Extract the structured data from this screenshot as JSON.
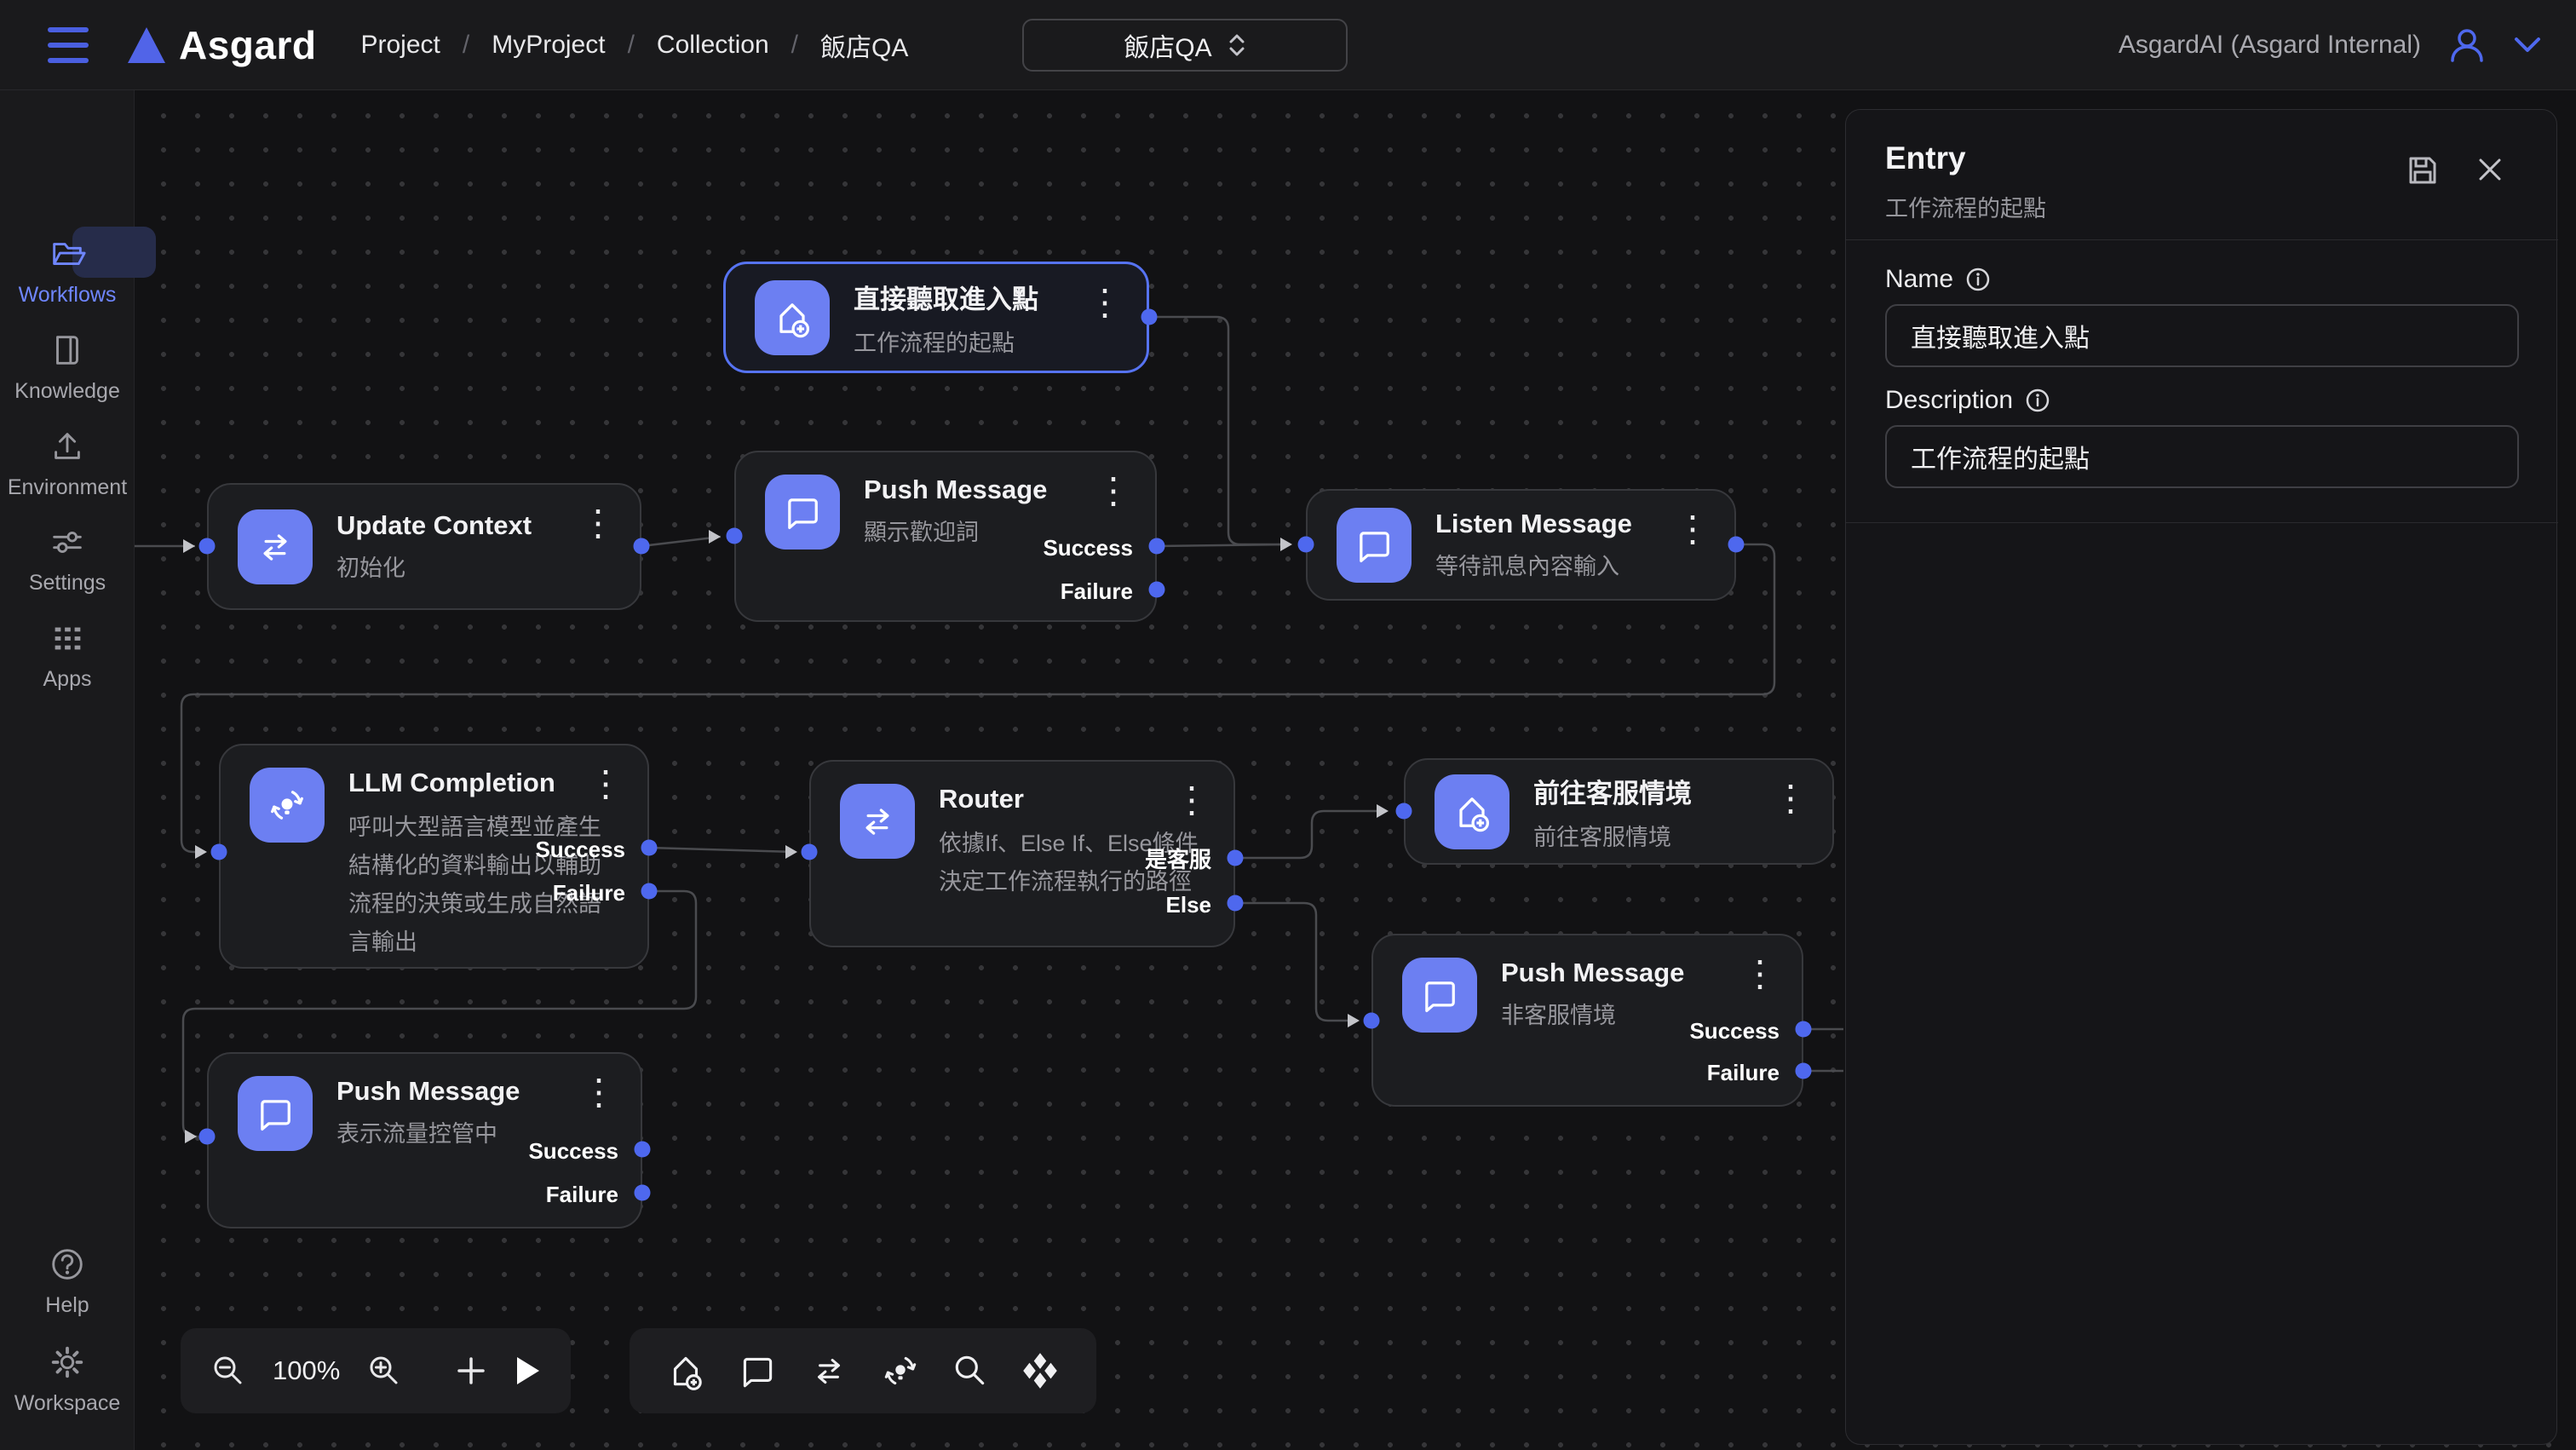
{
  "topbar": {
    "logo": "Asgard",
    "breadcrumb": [
      "Project",
      "MyProject",
      "Collection",
      "飯店QA"
    ],
    "workflow_selector": "飯店QA",
    "account": "AsgardAI (Asgard Internal)"
  },
  "sidebar": {
    "items": [
      {
        "label": "Workflows",
        "icon": "folder-open-icon",
        "active": true
      },
      {
        "label": "Knowledge",
        "icon": "book-icon"
      },
      {
        "label": "Environment",
        "icon": "upload-icon"
      },
      {
        "label": "Settings",
        "icon": "sliders-icon"
      },
      {
        "label": "Apps",
        "icon": "grid-icon"
      }
    ],
    "bottom_items": [
      {
        "label": "Help",
        "icon": "help-circle-icon"
      },
      {
        "label": "Workspace",
        "icon": "gear-icon"
      }
    ]
  },
  "canvas": {
    "nodes": [
      {
        "title": "直接聽取進入點",
        "subtitle": "工作流程的起點",
        "type": "entry",
        "selected": true
      },
      {
        "title": "Update Context",
        "subtitle": "初始化"
      },
      {
        "title": "Push Message",
        "subtitle": "顯示歡迎詞",
        "outputs": [
          "Success",
          "Failure"
        ]
      },
      {
        "title": "Listen Message",
        "subtitle": "等待訊息內容輸入"
      },
      {
        "title": "LLM Completion",
        "subtitle": "呼叫大型語言模型並產生結構化的資料輸出以輔助流程的決策或生成自然語言輸出",
        "outputs": [
          "Success",
          "Failure"
        ]
      },
      {
        "title": "Router",
        "subtitle": "依據If、Else If、Else條件決定工作流程執行的路徑",
        "outputs": [
          "是客服",
          "Else"
        ]
      },
      {
        "title": "前往客服情境",
        "subtitle": "前往客服情境"
      },
      {
        "title": "Push Message",
        "subtitle": "非客服情境",
        "outputs": [
          "Success",
          "Failure"
        ]
      },
      {
        "title": "Push Message",
        "subtitle": "表示流量控管中",
        "outputs": [
          "Success",
          "Failure"
        ]
      }
    ],
    "zoom_toolbar": {
      "zoom_level": "100%",
      "add_label": "+"
    },
    "node_toolbar_icons": [
      "add-entry-node-icon",
      "message-node-icon",
      "context-node-icon",
      "llm-node-icon",
      "search-icon",
      "fit-view-icon"
    ]
  },
  "panel": {
    "title": "Entry",
    "subtitle": "工作流程的起點",
    "name_label": "Name",
    "name_value": "直接聽取進入點",
    "description_label": "Description",
    "description_value": "工作流程的起點"
  },
  "colors": {
    "accent_blue": "#4e68ee",
    "tile_blue": "#6c7ff2",
    "selected_border": "#5673f2",
    "canvas_bg": "#121214",
    "bar_bg": "#1a1a1c",
    "node_bg": "#1c1d20"
  }
}
